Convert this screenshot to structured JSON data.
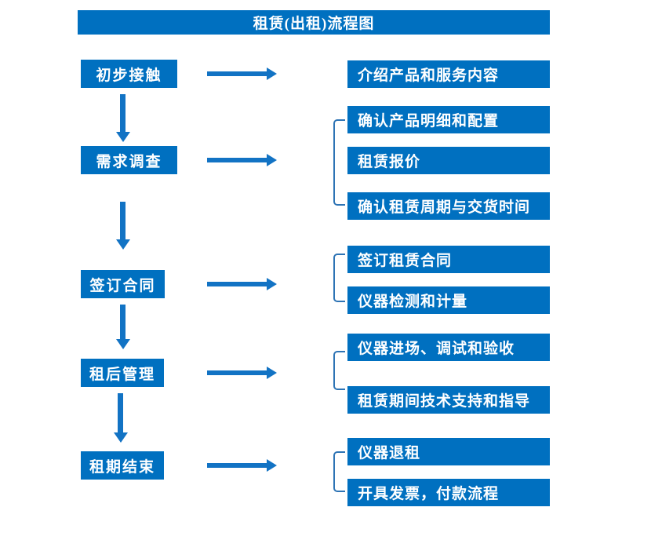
{
  "title": "租赁(出租)流程图",
  "colors": {
    "primary": "#0070C0",
    "arrow": "#1273C4",
    "bracket": "#2E74B5",
    "text_on_primary": "#FFFFFF",
    "background": "#FFFFFF"
  },
  "steps": [
    {
      "label": "初步接触",
      "details": [
        "介绍产品和服务内容"
      ]
    },
    {
      "label": "需求调查",
      "details": [
        "确认产品明细和配置",
        "租赁报价",
        "确认租赁周期与交货时间"
      ]
    },
    {
      "label": "签订合同",
      "details": [
        "签订租赁合同",
        "仪器检测和计量"
      ]
    },
    {
      "label": "租后管理",
      "details": [
        "仪器进场、调试和验收",
        "租赁期间技术支持和指导"
      ]
    },
    {
      "label": "租期结束",
      "details": [
        "仪器退租",
        "开具发票，付款流程"
      ]
    }
  ]
}
